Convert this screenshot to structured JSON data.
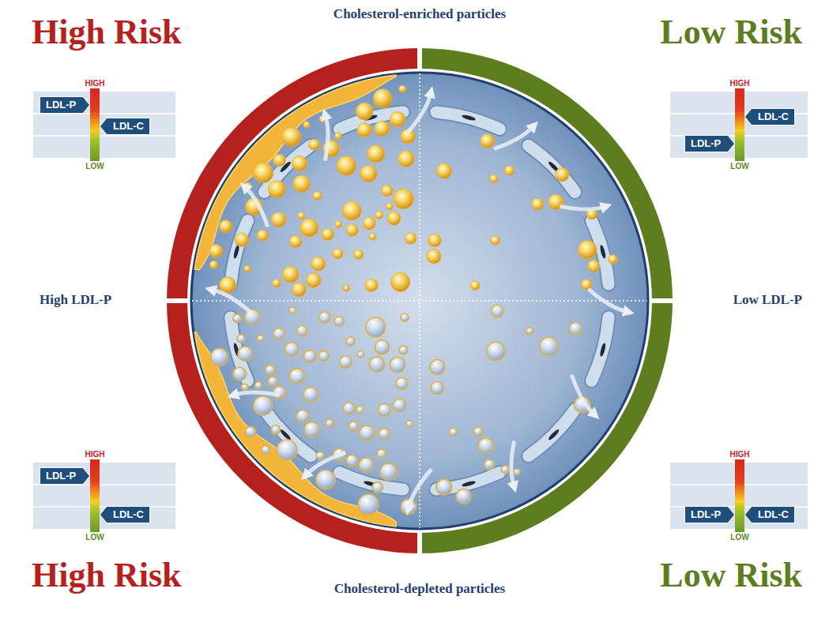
{
  "diagram": {
    "nodes": [
      {
        "text": [
          "HIGH",
          "LOW"
        ]
      },
      {
        "text": [
          "LDL-P"
        ],
        "in": 0
      },
      {
        "text": [
          "LDL-C"
        ],
        "in": 0
      },
      {
        "text": [
          "HIGH",
          "LOW"
        ]
      },
      {
        "text": [
          "LDL-C"
        ],
        "in": 3
      },
      {
        "text": [
          "LDL-P"
        ],
        "in": 3
      },
      {
        "text": [
          "HIGH",
          "LOW"
        ]
      },
      {
        "text": [
          "LDL-P"
        ],
        "in": 6
      },
      {
        "text": [
          "LDL-C"
        ],
        "in": 6
      },
      {
        "text": [
          "HIGH",
          "LOW"
        ]
      },
      {
        "text": [
          "LDL-P"
        ],
        "in": 9
      },
      {
        "text": [
          "LDL-C"
        ],
        "in": 9
      }
    ],
    "labels": [
      "High Risk",
      "Cholesterol-enriched particles",
      "Low Risk",
      "High LDL-P",
      "Low LDL-P",
      "High Risk",
      "Cholesterol-depleted particles",
      "Low Risk"
    ]
  }
}
